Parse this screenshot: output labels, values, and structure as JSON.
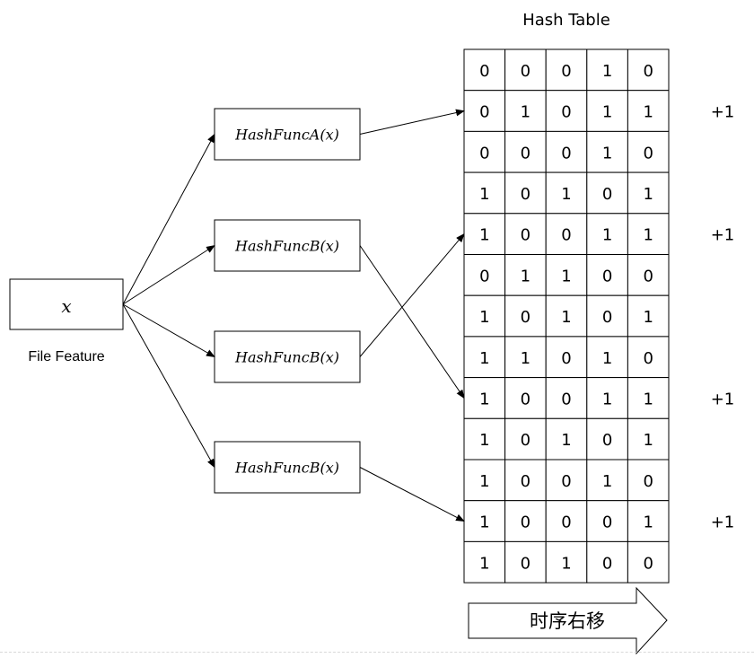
{
  "input": {
    "label": "x",
    "caption": "File Feature"
  },
  "hash_functions": [
    {
      "label": "HashFuncA(x)",
      "target_row": 1
    },
    {
      "label": "HashFuncB(x)",
      "target_row": 8
    },
    {
      "label": "HashFuncB(x)",
      "target_row": 4
    },
    {
      "label": "HashFuncB(x)",
      "target_row": 11
    }
  ],
  "hash_table": {
    "title": "Hash Table",
    "rows": [
      [
        0,
        0,
        0,
        1,
        0
      ],
      [
        0,
        1,
        0,
        1,
        1
      ],
      [
        0,
        0,
        0,
        1,
        0
      ],
      [
        1,
        0,
        1,
        0,
        1
      ],
      [
        1,
        0,
        0,
        1,
        1
      ],
      [
        0,
        1,
        1,
        0,
        0
      ],
      [
        1,
        0,
        1,
        0,
        1
      ],
      [
        1,
        1,
        0,
        1,
        0
      ],
      [
        1,
        0,
        0,
        1,
        1
      ],
      [
        1,
        0,
        1,
        0,
        1
      ],
      [
        1,
        0,
        0,
        1,
        0
      ],
      [
        1,
        0,
        0,
        0,
        1
      ],
      [
        1,
        0,
        1,
        0,
        0
      ]
    ]
  },
  "increments": [
    {
      "row": 1,
      "text": "+1"
    },
    {
      "row": 4,
      "text": "+1"
    },
    {
      "row": 8,
      "text": "+1"
    },
    {
      "row": 11,
      "text": "+1"
    }
  ],
  "shift_arrow": {
    "label": "时序右移"
  }
}
